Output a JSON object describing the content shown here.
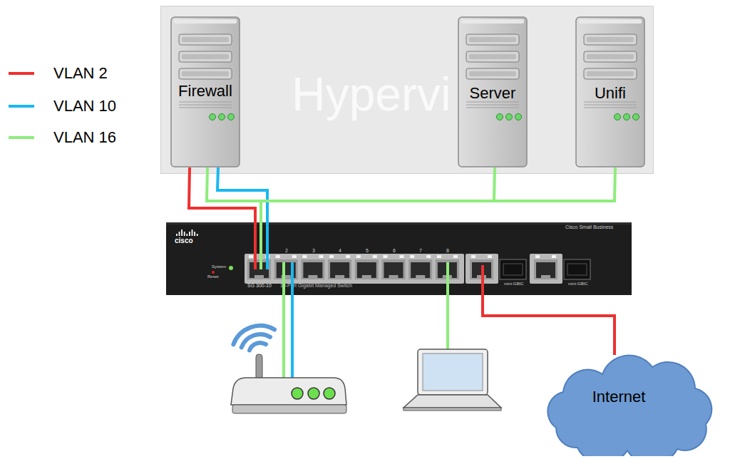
{
  "diagram": {
    "nodes": [
      {
        "text": [
          "Hypervi"
        ]
      },
      {
        "text": [
          "Firewall"
        ],
        "in": 0
      },
      {
        "text": [
          "Server"
        ],
        "in": 0
      },
      {
        "text": [
          "Unifi"
        ],
        "in": 0
      },
      {
        "text": [
          "cisco",
          "Cisco Small Business",
          "SG 300-10",
          "10-Port Gigabit Managed Switch"
        ]
      },
      {
        "text": [
          "Internet"
        ]
      }
    ],
    "edges": [
      {
        "from": 1,
        "to": 4,
        "arrow": "none"
      },
      {
        "from": 1,
        "to": 4,
        "arrow": "none"
      },
      {
        "from": 1,
        "to": 4,
        "arrow": "none"
      },
      {
        "from": 2,
        "to": 4,
        "arrow": "none"
      },
      {
        "from": 3,
        "to": 4,
        "arrow": "none"
      },
      {
        "from": 4,
        "to": 5,
        "arrow": "none"
      }
    ],
    "labels": [
      "System",
      "Reset",
      "2",
      "3",
      "4",
      "5",
      "6",
      "7",
      "8",
      "mini-GBIC",
      "mini-GBIC"
    ],
    "legend": [
      {
        "text": "VLAN 2",
        "color": "#ee3030"
      },
      {
        "text": "VLAN 10",
        "color": "#1ab8f0"
      },
      {
        "text": "VLAN 16",
        "color": "#8eed7c"
      }
    ]
  }
}
